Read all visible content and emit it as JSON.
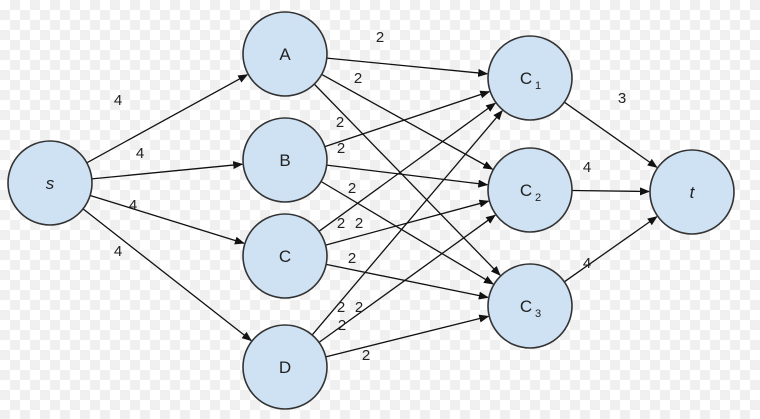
{
  "nodes": [
    {
      "id": "s",
      "label": "s",
      "sub": "",
      "italic": true
    },
    {
      "id": "A",
      "label": "A",
      "sub": "",
      "italic": false
    },
    {
      "id": "B",
      "label": "B",
      "sub": "",
      "italic": false
    },
    {
      "id": "C",
      "label": "C",
      "sub": "",
      "italic": false
    },
    {
      "id": "D",
      "label": "D",
      "sub": "",
      "italic": false
    },
    {
      "id": "C1",
      "label": "C",
      "sub": "1",
      "italic": false
    },
    {
      "id": "C2",
      "label": "C",
      "sub": "2",
      "italic": false
    },
    {
      "id": "C3",
      "label": "C",
      "sub": "3",
      "italic": false
    },
    {
      "id": "t",
      "label": "t",
      "sub": "",
      "italic": true
    }
  ],
  "edges": [
    {
      "from": "s",
      "to": "A",
      "capacity": "4"
    },
    {
      "from": "s",
      "to": "B",
      "capacity": "4"
    },
    {
      "from": "s",
      "to": "C",
      "capacity": "4"
    },
    {
      "from": "s",
      "to": "D",
      "capacity": "4"
    },
    {
      "from": "A",
      "to": "C1",
      "capacity": "2"
    },
    {
      "from": "A",
      "to": "C2",
      "capacity": "2"
    },
    {
      "from": "A",
      "to": "C3",
      "capacity": "2"
    },
    {
      "from": "B",
      "to": "C1",
      "capacity": "2"
    },
    {
      "from": "B",
      "to": "C2",
      "capacity": "2"
    },
    {
      "from": "B",
      "to": "C3",
      "capacity": "2"
    },
    {
      "from": "C",
      "to": "C1",
      "capacity": "2"
    },
    {
      "from": "C",
      "to": "C2",
      "capacity": "2"
    },
    {
      "from": "C",
      "to": "C3",
      "capacity": "2"
    },
    {
      "from": "D",
      "to": "C1",
      "capacity": "2"
    },
    {
      "from": "D",
      "to": "C2",
      "capacity": "2"
    },
    {
      "from": "D",
      "to": "C3",
      "capacity": "2"
    },
    {
      "from": "C1",
      "to": "t",
      "capacity": "3"
    },
    {
      "from": "C2",
      "to": "t",
      "capacity": "4"
    },
    {
      "from": "C3",
      "to": "t",
      "capacity": "4"
    }
  ],
  "colors": {
    "node_fill": "#cfe2f3",
    "node_stroke": "#333333",
    "edge": "#111111"
  }
}
